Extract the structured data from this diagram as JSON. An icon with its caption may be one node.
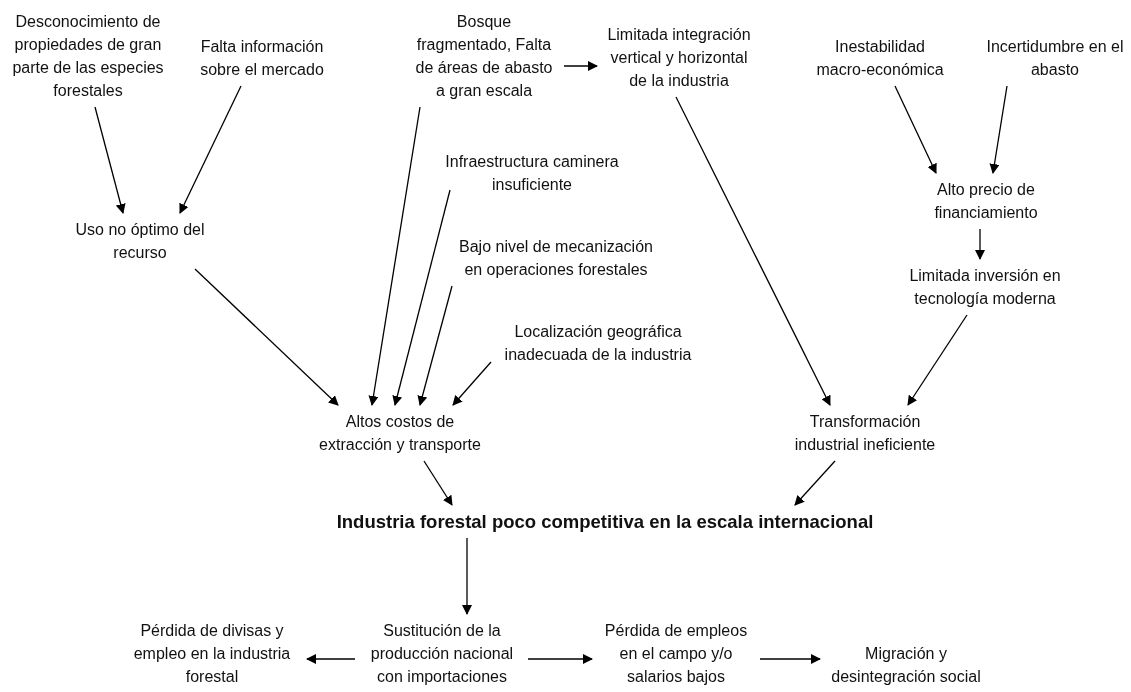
{
  "diagram": {
    "nodes": [
      {
        "text": [
          "Desconocimiento de propiedades de gran parte de las especies forestales"
        ]
      },
      {
        "text": [
          "Falta información sobre el mercado"
        ]
      },
      {
        "text": [
          "Bosque fragmentado, Falta de áreas de abasto a gran escala"
        ]
      },
      {
        "text": [
          "Limitada integración vertical y horizontal de la industria"
        ]
      },
      {
        "text": [
          "Inestabilidad macro-económica"
        ]
      },
      {
        "text": [
          "Incertidumbre en el abasto"
        ]
      },
      {
        "text": [
          "Uso no óptimo del recurso"
        ]
      },
      {
        "text": [
          "Infraestructura caminera insuficiente"
        ]
      },
      {
        "text": [
          "Alto precio de financiamiento"
        ]
      },
      {
        "text": [
          "Bajo nivel de mecanización en operaciones forestales"
        ]
      },
      {
        "text": [
          "Limitada inversión en tecnología moderna"
        ]
      },
      {
        "text": [
          "Localización geográfica inadecuada de la industria"
        ]
      },
      {
        "text": [
          "Altos costos de extracción y transporte"
        ]
      },
      {
        "text": [
          "Transformación industrial ineficiente"
        ]
      },
      {
        "text": [
          "Industria forestal poco competitiva en la escala internacional"
        ]
      },
      {
        "text": [
          "Pérdida de divisas y empleo en la industria forestal"
        ]
      },
      {
        "text": [
          "Sustitución de la producción nacional con importaciones"
        ]
      },
      {
        "text": [
          "Pérdida de empleos en el campo y/o salarios bajos"
        ]
      },
      {
        "text": [
          "Migración y desintegración social"
        ]
      }
    ],
    "edges": [
      {
        "from": 0,
        "to": 6,
        "arrow": "to"
      },
      {
        "from": 1,
        "to": 6,
        "arrow": "to"
      },
      {
        "from": 2,
        "to": 3,
        "arrow": "to"
      },
      {
        "from": 2,
        "to": 12,
        "arrow": "to"
      },
      {
        "from": 7,
        "to": 12,
        "arrow": "to"
      },
      {
        "from": 9,
        "to": 12,
        "arrow": "to"
      },
      {
        "from": 11,
        "to": 12,
        "arrow": "to"
      },
      {
        "from": 6,
        "to": 12,
        "arrow": "to"
      },
      {
        "from": 3,
        "to": 13,
        "arrow": "to"
      },
      {
        "from": 4,
        "to": 8,
        "arrow": "to"
      },
      {
        "from": 5,
        "to": 8,
        "arrow": "to"
      },
      {
        "from": 8,
        "to": 10,
        "arrow": "to"
      },
      {
        "from": 10,
        "to": 13,
        "arrow": "to"
      },
      {
        "from": 12,
        "to": 14,
        "arrow": "to"
      },
      {
        "from": 13,
        "to": 14,
        "arrow": "to"
      },
      {
        "from": 14,
        "to": 16,
        "arrow": "to"
      },
      {
        "from": 16,
        "to": 15,
        "arrow": "to"
      },
      {
        "from": 16,
        "to": 17,
        "arrow": "to"
      },
      {
        "from": 17,
        "to": 18,
        "arrow": "to"
      }
    ]
  }
}
